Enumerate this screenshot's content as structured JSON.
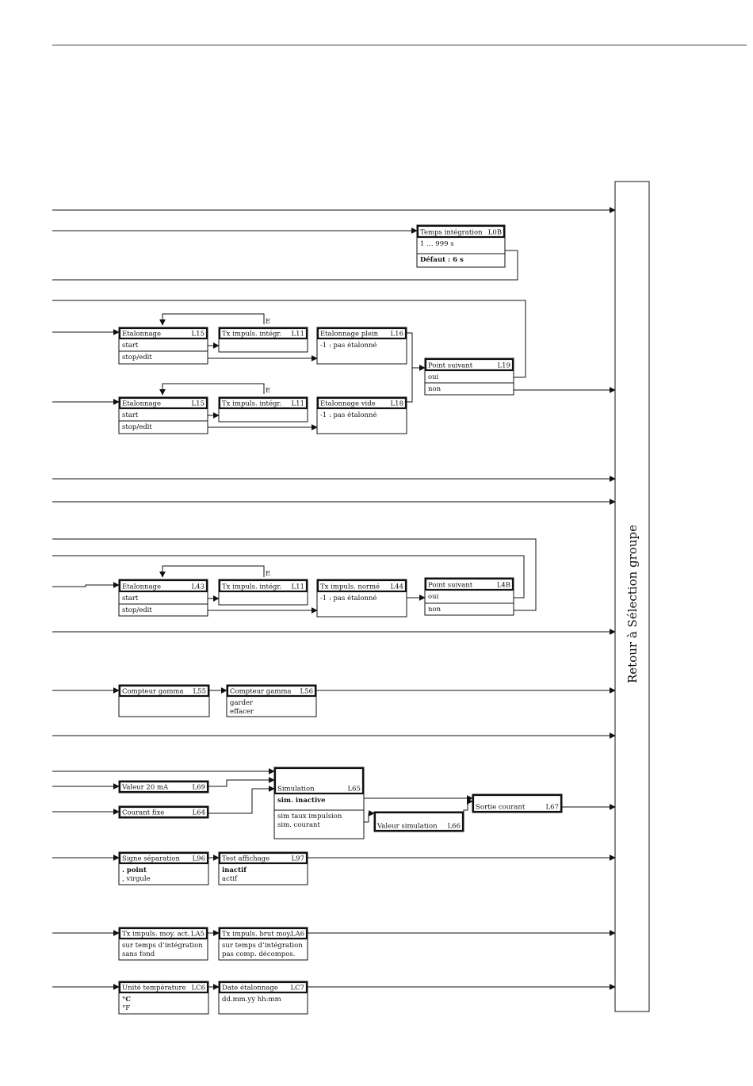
{
  "side_label": "Retour à Sélection groupe",
  "edge_label": "E",
  "boxes": {
    "L0B": {
      "title": "Temps intégration",
      "code": "L0B",
      "rows": [
        [
          "1 … 999 s"
        ],
        [
          {
            "t": "Défaut : 6 s",
            "b": true
          }
        ]
      ]
    },
    "L15a": {
      "title": "Etalonnage",
      "code": "L15",
      "rows": [
        [
          "start"
        ],
        [
          "stop/edit"
        ]
      ]
    },
    "L11a": {
      "title": "Tx impuls. intégr.",
      "code": "L11",
      "rows": [
        []
      ]
    },
    "L16": {
      "title": "Etalonnage plein",
      "code": "L16",
      "rows": [
        [
          "-1 : pas étalonné"
        ]
      ]
    },
    "L19": {
      "title": "Point suivant",
      "code": "L19",
      "rows": [
        [
          "oui"
        ],
        [
          "non"
        ]
      ]
    },
    "L15b": {
      "title": "Etalonnage",
      "code": "L15",
      "rows": [
        [
          "start"
        ],
        [
          "stop/edit"
        ]
      ]
    },
    "L11b": {
      "title": "Tx impuls. intégr.",
      "code": "L11",
      "rows": [
        []
      ]
    },
    "L18": {
      "title": "Etalonnage vide",
      "code": "L18",
      "rows": [
        [
          "-1 : pas étalonné"
        ]
      ]
    },
    "L43": {
      "title": "Etalonnage",
      "code": "L43",
      "rows": [
        [
          "start"
        ],
        [
          "stop/edit"
        ]
      ]
    },
    "L11c": {
      "title": "Tx impuls. intégr.",
      "code": "L11",
      "rows": [
        []
      ]
    },
    "L44": {
      "title": "Tx impuls. normé",
      "code": "L44",
      "rows": [
        [
          "-1 : pas étalonné"
        ]
      ]
    },
    "L4B": {
      "title": "Point suivant",
      "code": "L4B",
      "rows": [
        [
          "oui"
        ],
        [
          "non"
        ]
      ]
    },
    "L55": {
      "title": "Compteur gamma",
      "code": "L55",
      "rows": [
        []
      ]
    },
    "L56": {
      "title": "Compteur gamma",
      "code": "L56",
      "rows": [
        [
          "garder",
          "effacer"
        ]
      ]
    },
    "L65": {
      "title": "Simulation",
      "code": "L65",
      "rows": [
        [
          {
            "t": "sim. inactive",
            "b": true
          }
        ],
        [
          "sim taux impulsion",
          "sim. courant"
        ]
      ]
    },
    "L69": {
      "title": "Valeur 20 mA",
      "code": "L69",
      "rows": []
    },
    "L64": {
      "title": "Courant fixe",
      "code": "L64",
      "rows": []
    },
    "L66": {
      "title": "Valeur simulation",
      "code": "L66",
      "rows": []
    },
    "L67": {
      "title": "Sortie courant",
      "code": "L67",
      "rows": []
    },
    "L96": {
      "title": "Signe séparation",
      "code": "L96",
      "rows": [
        [
          {
            "t": ". point",
            "b": true
          },
          ", virgule"
        ]
      ]
    },
    "L97": {
      "title": "Test affichage",
      "code": "L97",
      "rows": [
        [
          {
            "t": "inactif",
            "b": true
          },
          "actif"
        ]
      ]
    },
    "LA5": {
      "title": "Tx impuls. moy. act.",
      "code": "LA5",
      "rows": [
        [
          "sur temps d’intégration",
          "sans fond"
        ]
      ]
    },
    "LA6": {
      "title": "Tx impuls. brut moy.",
      "code": "LA6",
      "rows": [
        [
          "sur temps d’intégration",
          "pas comp. décompos."
        ]
      ]
    },
    "LC6": {
      "title": "Unité température",
      "code": "LC6",
      "rows": [
        [
          {
            "t": "°C",
            "b": true
          },
          "°F"
        ]
      ]
    },
    "LC7": {
      "title": "Date étalonnage",
      "code": "LC7",
      "rows": [
        [
          "dd.mm.yy hh:mm"
        ]
      ]
    }
  }
}
